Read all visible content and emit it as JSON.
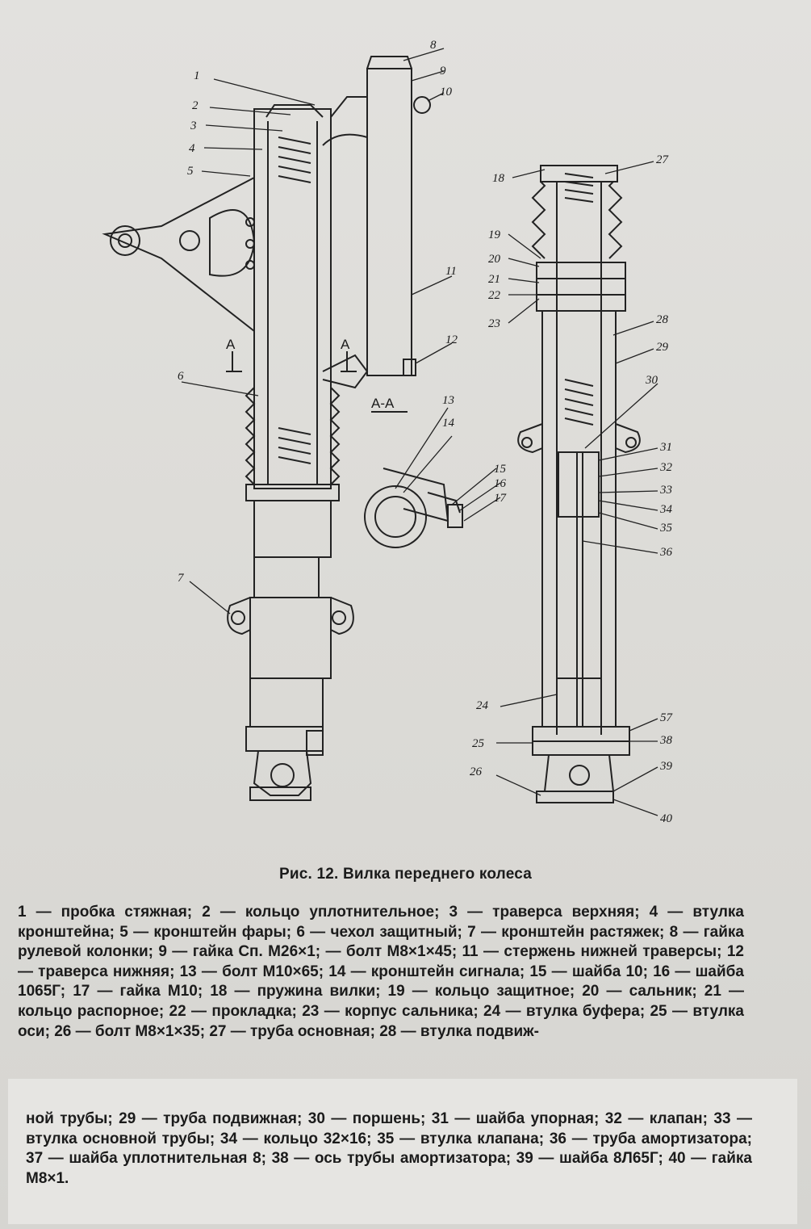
{
  "figure": {
    "labels": [
      "1",
      "2",
      "3",
      "4",
      "5",
      "6",
      "7",
      "8",
      "9",
      "10",
      "11",
      "12",
      "13",
      "14",
      "15",
      "16",
      "17",
      "18",
      "19",
      "20",
      "21",
      "22",
      "23",
      "24",
      "25",
      "26",
      "27",
      "28",
      "29",
      "30",
      "31",
      "32",
      "33",
      "34",
      "35",
      "36",
      "57",
      "38",
      "39",
      "40"
    ],
    "section_mark": "A",
    "section_title": "A-A"
  },
  "caption": "Рис. 12. Вилка переднего колеса",
  "legend_top": "1 — пробка стяжная; 2 — кольцо уплотнительное; 3 — траверса верхняя; 4 — втулка кронштейна; 5 — кронштейн фары; 6 — чехол защитный; 7 — кронштейн растяжек; 8 — гайка рулевой колонки; 9 — гайка Сп. М26×1; — болт М8×1×45; 11 — стержень нижней траверсы; 12 — траверса нижняя; 13 — болт М10×65; 14 — кронштейн сигнала; 15 — шайба 10; 16 — шайба 1065Г; 17 — гайка М10; 18 — пружина вилки; 19 — кольцо защитное; 20 — сальник; 21 — кольцо распорное; 22 — прокладка; 23 — корпус сальника; 24 — втулка буфера; 25 — втулка оси; 26 — болт М8×1×35; 27 — труба основная; 28 — втулка подвиж-",
  "legend_bottom": "ной трубы; 29 — труба подвижная; 30 — поршень; 31 — шайба упорная; 32 — клапан; 33 — втулка основной трубы; 34 — кольцо 32×16; 35 — втулка клапана; 36 — труба амортизатора; 37 — шайба уплотнительная 8; 38 — ось трубы амортизатора; 39 — шайба 8Л65Г; 40 — гайка М8×1."
}
